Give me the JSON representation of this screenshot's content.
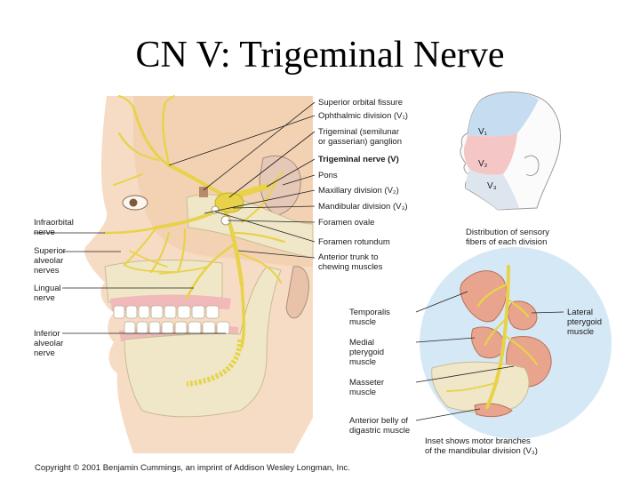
{
  "slide": {
    "title": "CN V: Trigeminal Nerve"
  },
  "labels": {
    "superior_orbital_fissure": "Superior orbital fissure",
    "ophthalmic_division": "Ophthalmic division (V₁)",
    "trigeminal_ganglion": "Trigeminal (semilunar\nor gasserian) ganglion",
    "trigeminal_nerve": "Trigeminal nerve (V)",
    "pons": "Pons",
    "maxillary_division": "Maxillary division (V₂)",
    "mandibular_division": "Mandibular division (V₃)",
    "foramen_ovale": "Foramen ovale",
    "foramen_rotundum": "Foramen rotundum",
    "anterior_trunk": "Anterior trunk to\nchewing muscles",
    "infraorbital_nerve": "Infraorbital\nnerve",
    "superior_alveolar": "Superior\nalveolar\nnerves",
    "lingual_nerve": "Lingual\nnerve",
    "inferior_alveolar": "Inferior\nalveolar\nnerve",
    "distribution_caption": "Distribution of sensory\nfibers of each division",
    "temporalis": "Temporalis\nmuscle",
    "medial_pterygoid": "Medial\npterygoid\nmuscle",
    "masseter": "Masseter\nmuscle",
    "digastric": "Anterior belly of\ndigastric muscle",
    "lateral_pterygoid": "Lateral\npterygoid\nmuscle",
    "inset_caption": "Inset shows motor branches\nof the mandibular division (V₃)",
    "v1": "V₁",
    "v2": "V₂",
    "v3": "V₃"
  },
  "copyright": "Copyright © 2001 Benjamin Cummings, an imprint of Addison Wesley Longman, Inc.",
  "colors": {
    "skin": "#f6dcc4",
    "nerve": "#e8d24a",
    "bone": "#efe7c8",
    "muscle": "#e8a48c",
    "inset_bg": "#d5e8f6",
    "v1_zone": "#c6dcf0",
    "v2_zone": "#f4c6c6",
    "v3_zone": "#dde6ee"
  }
}
